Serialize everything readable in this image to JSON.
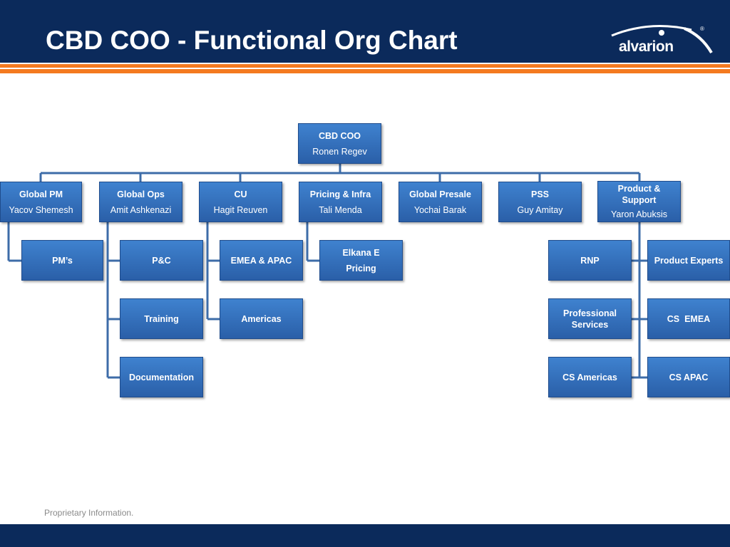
{
  "header": {
    "title": "CBD COO - Functional Org Chart",
    "logo_text": "alvarion",
    "logo_mark": "®",
    "bg_color": "#0b2a5b",
    "accent_color": "#f47a20"
  },
  "org": {
    "root": {
      "title": "CBD COO",
      "name": "Ronen Regev"
    },
    "level1": [
      {
        "title": "Global  PM",
        "name": "Yacov Shemesh"
      },
      {
        "title": "Global  Ops",
        "name": "Amit  Ashkenazi"
      },
      {
        "title": "CU",
        "name": "Hagit Reuven"
      },
      {
        "title": "Pricing & Infra",
        "name": "Tali Menda"
      },
      {
        "title": "Global Presale",
        "name": "Yochai Barak"
      },
      {
        "title": "PSS",
        "name": "Guy Amitay"
      },
      {
        "title": "Product & Support",
        "name": "Yaron Abuksis"
      }
    ],
    "level2": [
      {
        "title": "PM’s"
      },
      {
        "title": "P&C"
      },
      {
        "title": "Training"
      },
      {
        "title": "Documentation"
      },
      {
        "title": "EMEA & APAC"
      },
      {
        "title": "Americas"
      },
      {
        "title": "Elkana E",
        "name": "Pricing"
      },
      {
        "title": "RNP"
      },
      {
        "title": "Product Experts"
      },
      {
        "title": "Professional Services"
      },
      {
        "title": "CS  EMEA"
      },
      {
        "title": "CS Americas"
      },
      {
        "title": "CS APAC"
      }
    ]
  },
  "footer": {
    "text": "Proprietary Information."
  }
}
